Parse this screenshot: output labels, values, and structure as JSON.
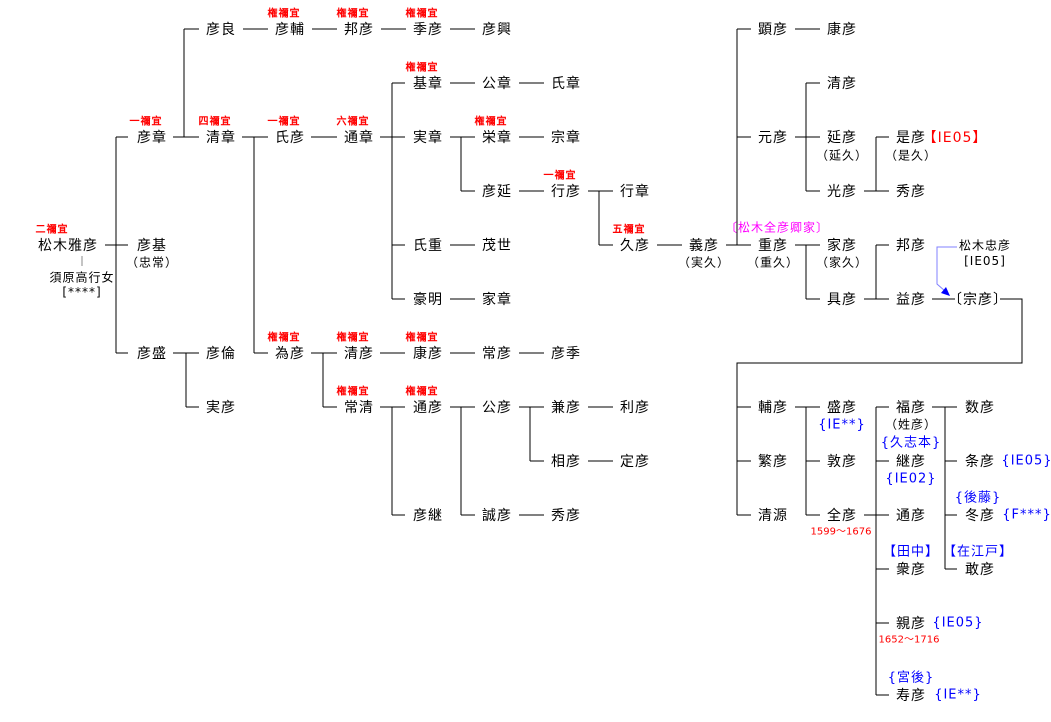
{
  "people": [
    "松木雅彦",
    "彦章",
    "彦基",
    "彦盛",
    "彦良",
    "清章",
    "彦倫",
    "実彦",
    "彦輔",
    "氏彦",
    "為彦",
    "邦彦",
    "通章",
    "清彦",
    "常清",
    "季彦",
    "基章",
    "実章",
    "氏重",
    "豪明",
    "康彦",
    "通彦",
    "彦継",
    "彦興",
    "公章",
    "栄章",
    "彦延",
    "茂世",
    "家章",
    "常彦",
    "公彦",
    "誠彦",
    "氏章",
    "宗章",
    "行彦",
    "彦季",
    "兼彦",
    "相彦",
    "秀彦",
    "行章",
    "久彦",
    "利彦",
    "定彦",
    "義彦",
    "顕彦",
    "元彦",
    "重彦",
    "輔彦",
    "繁彦",
    "清源",
    "康彦",
    "清彦",
    "延彦",
    "光彦",
    "家彦",
    "具彦",
    "盛彦",
    "敦彦",
    "全彦",
    "是彦",
    "秀彦",
    "邦彦",
    "益彦",
    "福彦",
    "継彦",
    "通彦",
    "衆彦",
    "親彦",
    "寿彦",
    "〔宗彦〕",
    "数彦",
    "条彦",
    "冬彦",
    "敢彦"
  ],
  "small": [
    "須原高行女",
    "[****]",
    "松木忠彦",
    "[IE05]"
  ],
  "alt_names": [
    "（忠常）",
    "（実久）",
    "（重久）",
    "（家久）",
    "（延久）",
    "（是久）",
    "（姓彦）"
  ],
  "titles": [
    "二禰宜",
    "一禰宜",
    "四禰宜",
    "一禰宜",
    "六禰宜",
    "権禰宜",
    "権禰宜",
    "権禰宜",
    "権禰宜",
    "権禰宜",
    "一禰宜",
    "五禰宜",
    "権禰宜",
    "権禰宜",
    "権禰宜",
    "権禰宜",
    "権禰宜"
  ],
  "blue_notes": [
    "{IE**}",
    "{久志本}",
    "{IE02}",
    "【田中】",
    "{IE05}",
    "{宮後}",
    "{IE**}",
    "{IE05}",
    "{後藤}",
    "{F***}",
    "【在江戸】"
  ],
  "red_notes": [
    "【IE05】"
  ],
  "years": [
    "1599～1676",
    "1652～1716"
  ],
  "house_label": "〔松木全彦卿家〕",
  "colors": {
    "title": "#ff0000",
    "note": "#0000ff",
    "house": "#ff00ff",
    "arrow": "#8080ff"
  }
}
